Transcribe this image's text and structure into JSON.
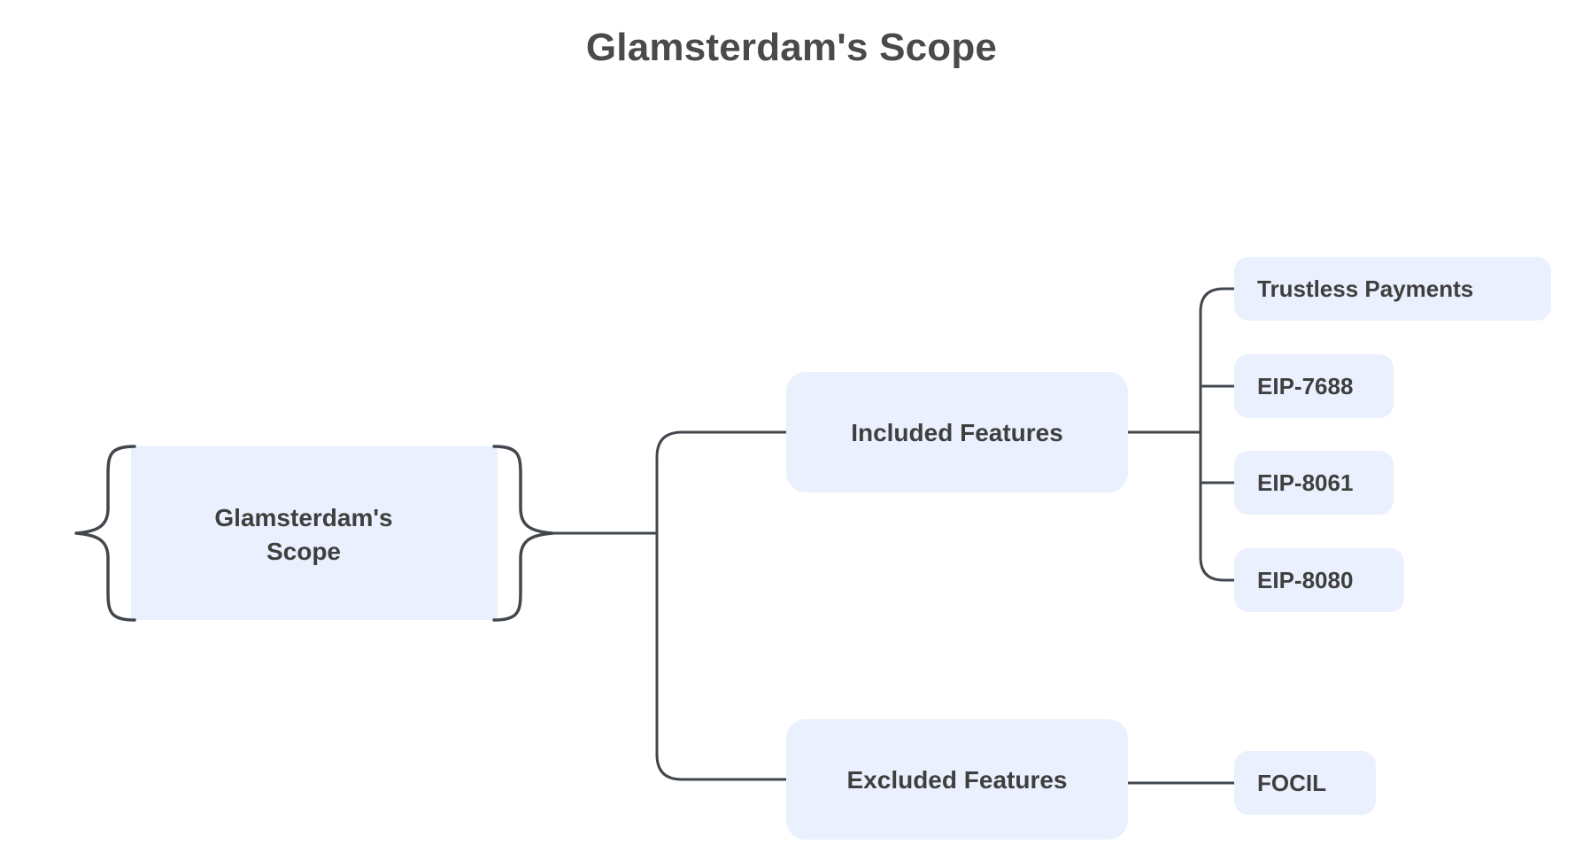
{
  "page": {
    "title": "Glamsterdam's Scope",
    "background_color": "#ffffff"
  },
  "theme": {
    "node_fill": "#eaf0fd",
    "node_text_color": "#3f3f3f",
    "edge_color": "#41474d",
    "title_color": "#4a4a4a"
  },
  "diagram": {
    "type": "mindmap",
    "orientation": "left-to-right",
    "root": {
      "label": "Glamsterdam's\nScope",
      "shape": "curly-brace"
    },
    "branches": [
      {
        "id": "included",
        "label": "Included Features",
        "shape": "rounded-rect",
        "children": [
          {
            "id": "trustless-payments",
            "label": "Trustless Payments",
            "shape": "rounded-rect"
          },
          {
            "id": "eip-7688",
            "label": "EIP-7688",
            "shape": "rounded-rect"
          },
          {
            "id": "eip-8061",
            "label": "EIP-8061",
            "shape": "rounded-rect"
          },
          {
            "id": "eip-8080",
            "label": "EIP-8080",
            "shape": "rounded-rect"
          }
        ]
      },
      {
        "id": "excluded",
        "label": "Excluded Features",
        "shape": "rounded-rect",
        "children": [
          {
            "id": "focil",
            "label": "FOCIL",
            "shape": "rounded-rect"
          }
        ]
      }
    ]
  }
}
